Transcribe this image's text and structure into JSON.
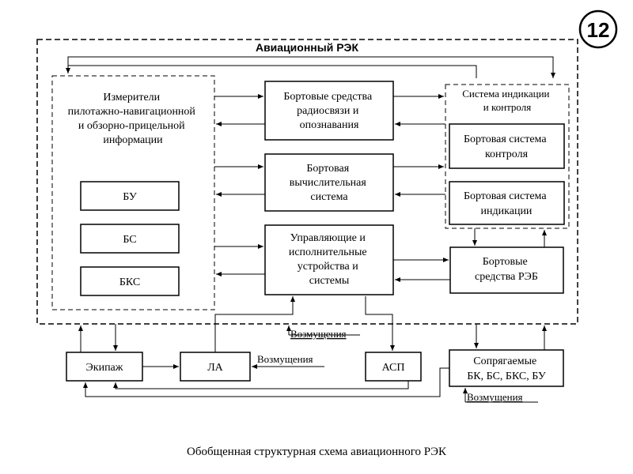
{
  "slide_number": "12",
  "outer_title": "Авиационный РЭК",
  "measurers": {
    "title": [
      "Измерители",
      "пилотажно-навигационной",
      "и обзорно-прицельной",
      "информации"
    ],
    "bu": "БУ",
    "bs": "БС",
    "bks": "БКС"
  },
  "radio": [
    "Бортовые средства",
    "радиосвязи и",
    "опознавания"
  ],
  "computer": [
    "Бортовая",
    "вычислительная",
    "система"
  ],
  "control_devices": [
    "Управляющие и",
    "исполнительные",
    "устройства и",
    "системы"
  ],
  "indication_group": [
    "Система индикации",
    "и контроля"
  ],
  "control_system": [
    "Бортовая система",
    "контроля"
  ],
  "indication_system": [
    "Бортовая система",
    "индикации"
  ],
  "reb": [
    "Бортовые",
    "средства РЭБ"
  ],
  "crew": "Экипаж",
  "la": "ЛА",
  "asp": "АСП",
  "coupled": [
    "Сопрягаемые",
    "БК, БС, БКС, БУ"
  ],
  "disturbance_label": "Возмущения",
  "caption": "Обобщенная структурная схема авиационного РЭК"
}
